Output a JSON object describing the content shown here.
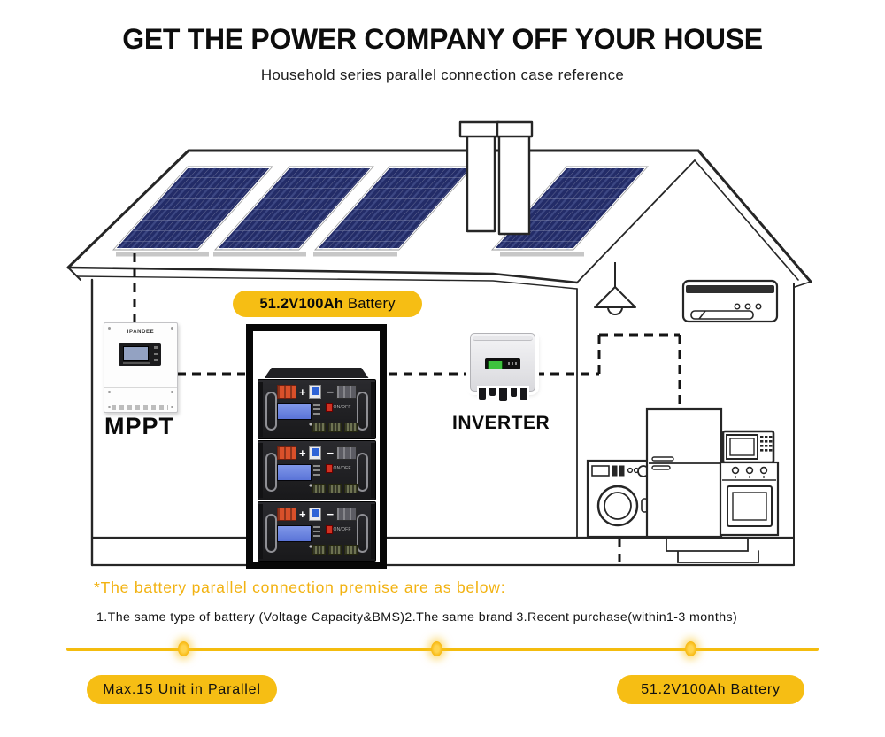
{
  "header": {
    "title": "GET THE POWER COMPANY OFF YOUR HOUSE",
    "subtitle": "Household series parallel connection case reference"
  },
  "diagram": {
    "battery_badge": {
      "value": "51.2V100Ah",
      "label": "Battery"
    },
    "mppt": {
      "brand": "IPANDEE",
      "label": "MPPT"
    },
    "inverter": {
      "label": "INVERTER"
    },
    "battery_module": {
      "plus": "+",
      "minus": "−",
      "switch_label": "ON/OFF"
    }
  },
  "notes": {
    "premise_heading": "*The battery parallel connection premise are as below:",
    "conditions": "1.The same type of battery (Voltage Capacity&BMS)2.The same brand 3.Recent purchase(within1-3 months)"
  },
  "footer": {
    "left_pill": "Max.15 Unit in Parallel",
    "right_pill": "51.2V100Ah Battery"
  },
  "colors": {
    "accent_yellow": "#F6BE14",
    "heading_yellow": "#F2B211",
    "solar_panel_navy": "#232C68",
    "line_ink": "#2a2a2a"
  }
}
